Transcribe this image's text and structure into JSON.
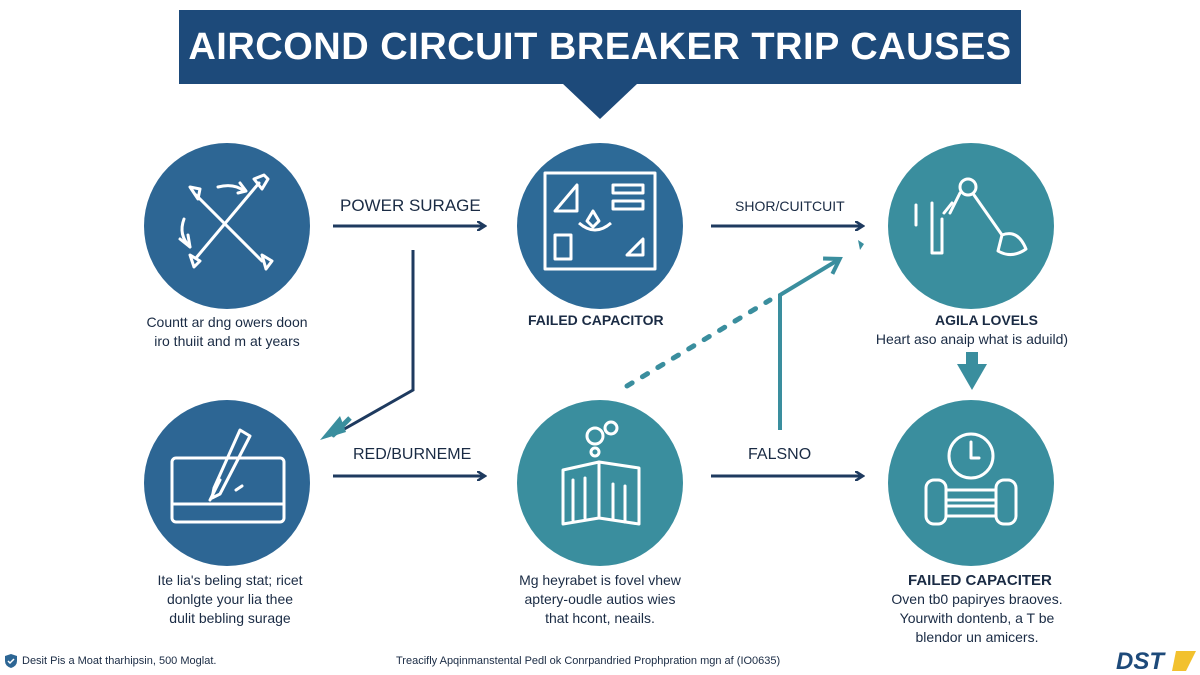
{
  "title": "AIRCOND CIRCUIT BREAKER TRIP CAUSES",
  "labels": {
    "power_surge": "POWER SURAGE",
    "short_circuit": "SHOR/CUITCUIT",
    "failed_capacitor": "FAILED CAPACITOR",
    "agila_lovels": "AGILA LOVELS",
    "red_burneme": "RED/BURNEME",
    "falsno": "FALSNO",
    "failed_capaciter": "FAILED CAPACITER"
  },
  "descriptions": {
    "top_left": [
      "Countt ar dng owers doon",
      "iro thuiit and m at years"
    ],
    "top_right": [
      "Heart aso anaip what is aduild)"
    ],
    "bottom_left": [
      "Ite lia's beling stat; ricet",
      "donlgte your lia thee",
      "dulit bebling surage"
    ],
    "bottom_center": [
      "Mg heyrabet is fovel vhew",
      "aptery-oudle autios wies",
      "that hcont, neails."
    ],
    "bottom_right": [
      "Oven tb0 papiryes braoves.",
      "Yourwith dontenb, a T be",
      "blendor un amicers."
    ]
  },
  "footer": {
    "left": "Desit Pis a Moat tharhipsin, 500 Moglat.",
    "center": "Treacifly Apqinmanstental Pedl ok Conrpandried Prophpration mgn af (IO0635)"
  },
  "logo_text": "DST",
  "colors": {
    "navy": "#1d4a7a",
    "circle_blue": "#2d6694",
    "circle_teal": "#3a8e9e",
    "arrow_navy": "#1e3a5f",
    "arrow_teal": "#3a8e9e"
  }
}
